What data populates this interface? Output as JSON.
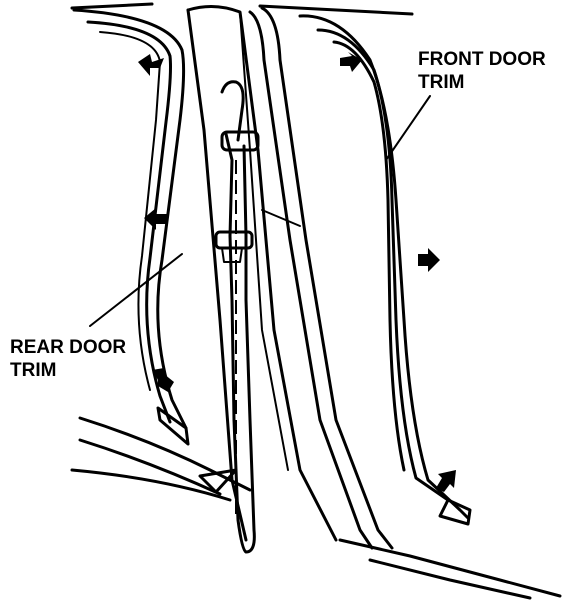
{
  "labels": {
    "front_door_trim": [
      "FRONT DOOR",
      "TRIM"
    ],
    "rear_door_trim": [
      "REAR DOOR",
      "TRIM"
    ]
  },
  "colors": {
    "ink": "#000000",
    "background": "#ffffff"
  },
  "icons": [
    "removal-direction-arrow-icon"
  ]
}
